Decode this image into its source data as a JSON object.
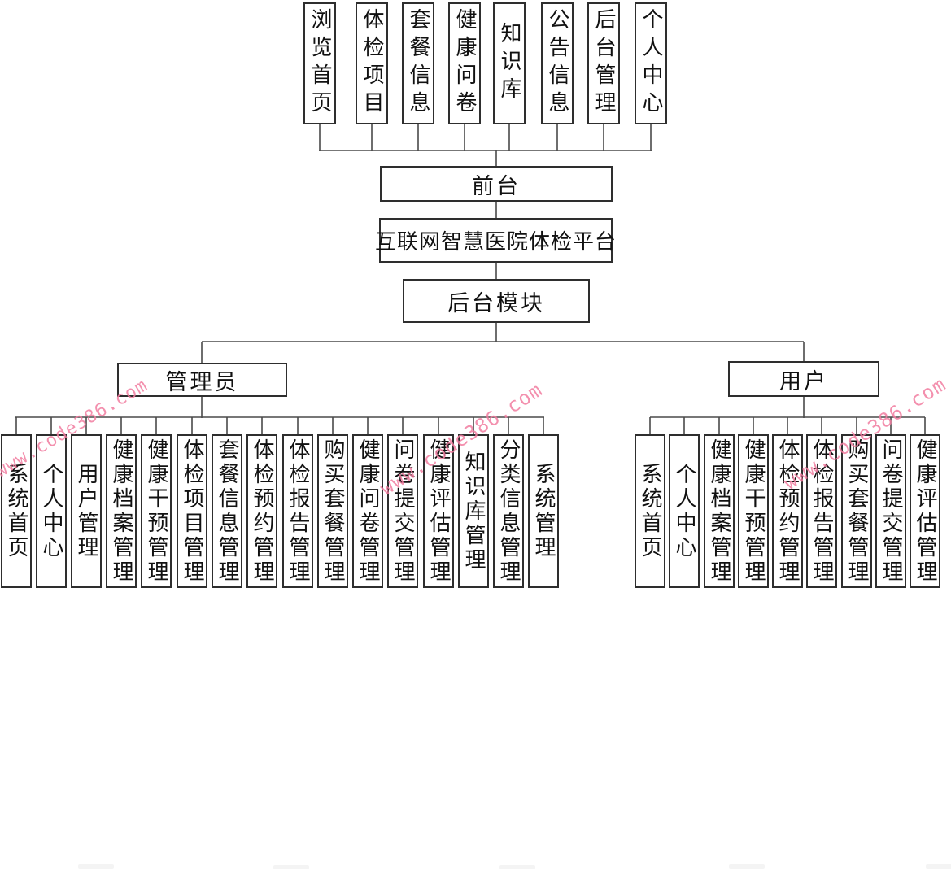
{
  "title": {
    "label": "互联网智慧医院体检平台"
  },
  "front": {
    "label": "前台",
    "modules": [
      "浏览首页",
      "体检项目",
      "套餐信息",
      "健康问卷",
      "知识库",
      "公告信息",
      "后台管理",
      "个人中心"
    ]
  },
  "backend": {
    "label": "后台模块"
  },
  "admin": {
    "label": "管理员",
    "modules": [
      "系统首页",
      "个人中心",
      "用户管理",
      "健康档案管理",
      "健康干预管理",
      "体检项目管理",
      "套餐信息管理",
      "体检预约管理",
      "体检报告管理",
      "购买套餐管理",
      "健康问卷管理",
      "问卷提交管理",
      "健康评估管理",
      "知识库管理",
      "分类信息管理",
      "系统管理"
    ]
  },
  "user": {
    "label": "用户",
    "modules": [
      "系统首页",
      "个人中心",
      "健康档案管理",
      "健康干预管理",
      "体检预约管理",
      "体检报告管理",
      "购买套餐管理",
      "问卷提交管理",
      "健康评估管理"
    ]
  },
  "watermark": {
    "text": "www.code386.com",
    "color": "#f27da0"
  },
  "colors": {
    "line": "#4a4a4a",
    "border": "#2e2e2e",
    "background": "#ffffff",
    "text": "#111111"
  }
}
